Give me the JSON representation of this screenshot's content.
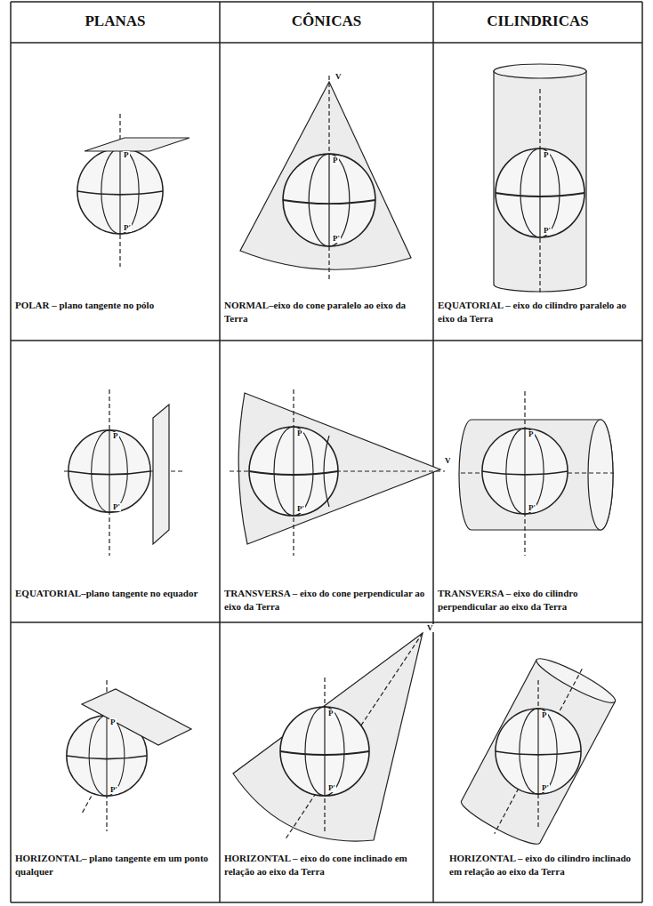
{
  "diagram": {
    "labels": [
      "PLANAS",
      "CÔNICAS",
      "CILINDRICAS",
      "POLAR – plano tangente no pólo",
      "NORMAL–eixo do cone paralelo ao eixo da Terra",
      "EQUATORIAL – eixo do cilindro paralelo ao eixo da Terra",
      "EQUATORIAL–plano tangente no equador",
      "TRANSVERSA – eixo do cone perpendicular ao eixo da Terra",
      "TRANSVERSA – eixo do cilindro perpendicular ao eixo da Terra",
      "HORIZONTAL– plano tangente em um ponto qualquer",
      "HORIZONTAL – eixo do cone inclinado em relação ao eixo da Terra",
      "HORIZONTAL – eixo do cilindro inclinado em relação ao eixo da Terra",
      "P",
      "P'",
      "P",
      "P'",
      "P",
      "P'",
      "P",
      "P'",
      "P",
      "P'",
      "P",
      "P'",
      "P",
      "P'",
      "P",
      "P'",
      "P",
      "P'",
      "V",
      "V",
      "V"
    ]
  }
}
